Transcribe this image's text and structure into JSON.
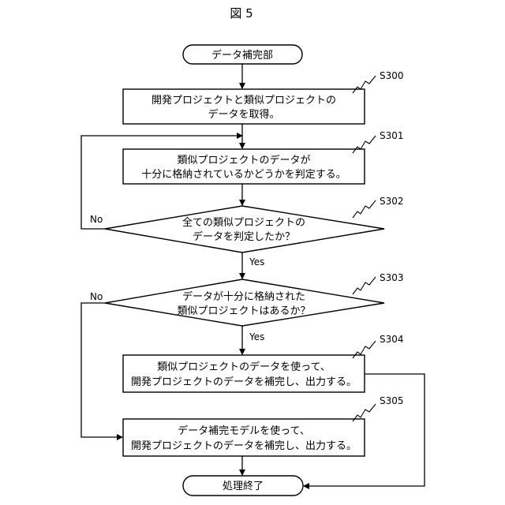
{
  "figure_title": "図 5",
  "nodes": {
    "start": "データ補完部",
    "s300": [
      "開発プロジェクトと類似プロジェクトの",
      "データを取得。"
    ],
    "s301": [
      "類似プロジェクトのデータが",
      "十分に格納されているかどうかを判定する。"
    ],
    "s302": [
      "全ての類似プロジェクトの",
      "データを判定したか？"
    ],
    "s303": [
      "データが十分に格納された",
      "類似プロジェクトはあるか？"
    ],
    "s304": [
      "類似プロジェクトのデータを使って、",
      "開発プロジェクトのデータを補完し、出力する。"
    ],
    "s305": [
      "データ補完モデルを使って、",
      "開発プロジェクトのデータを補完し、出力する。"
    ],
    "end": "処理終了"
  },
  "step_labels": {
    "s300": "S300",
    "s301": "S301",
    "s302": "S302",
    "s303": "S303",
    "s304": "S304",
    "s305": "S305"
  },
  "branch_labels": {
    "s302_yes": "Yes",
    "s302_no": "No",
    "s303_yes": "Yes",
    "s303_no": "No"
  }
}
